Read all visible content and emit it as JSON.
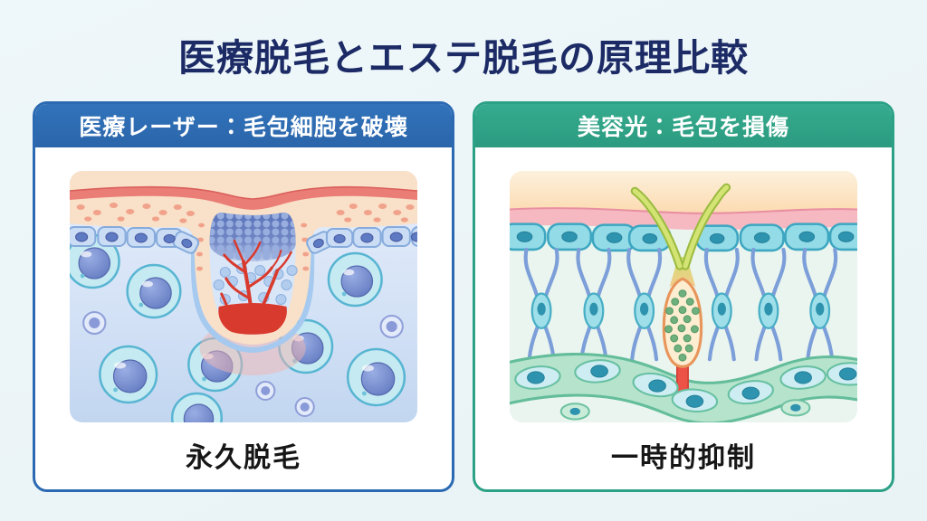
{
  "page": {
    "title": "医療脱毛とエステ脱毛の原理比較",
    "background_color": "#edf6f8",
    "title_color": "#1c2b66"
  },
  "panels": {
    "left": {
      "header": "医療レーザー：毛包細胞を破壊",
      "caption": "永久脱毛",
      "accent_color": "#2b6ab2",
      "illustration_alt": "皮膚断面図：医療レーザーが毛包細胞を破壊（血管の損傷を示す赤い部分）"
    },
    "right": {
      "header": "美容光：毛包を損傷",
      "caption": "一時的抑制",
      "accent_color": "#2ba186",
      "illustration_alt": "皮膚断面図：美容光が毛包を損傷（毛と毛包は残存）"
    }
  }
}
